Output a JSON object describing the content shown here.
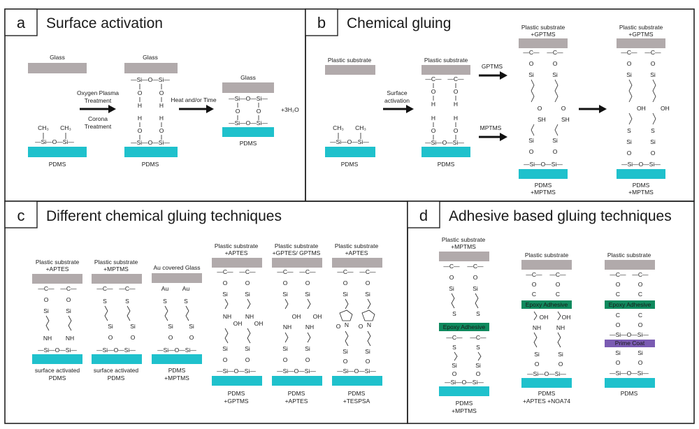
{
  "panels": {
    "a": {
      "letter": "a",
      "title": "Surface activation"
    },
    "b": {
      "letter": "b",
      "title": "Chemical gluing"
    },
    "c": {
      "letter": "c",
      "title": "Different chemical gluing techniques"
    },
    "d": {
      "letter": "d",
      "title": "Adhesive based gluing techniques"
    }
  },
  "labels": {
    "glass": "Glass",
    "pdms": "PDMS",
    "plastic_substrate": "Plastic substrate",
    "plus_gptms": "+GPTMS",
    "plus_mptms": "+MPTMS",
    "plus_aptes": "+APTES",
    "plus_gptes_gptms": "+GPTES/ GPTMS",
    "plus_tespsa": "+TESPSA",
    "plus_aptes_noa74": "+APTES +NOA74",
    "au_covered_glass": "Au covered Glass",
    "surface_activated": "surface activated",
    "oxygen_plasma": "Oxygen Plasma",
    "treatment": "Treatment",
    "corona": "Corona",
    "heat_time": "Heat and/or Time",
    "water": "+3H₂O",
    "surface_activation_1": "Surface",
    "surface_activation_2": "activation",
    "gptms": "GPTMS",
    "mptms": "MPTMS",
    "epoxy_adhesive": "Epoxy Adhesive",
    "prime_coat": "Prime Coat"
  },
  "chem": {
    "ch3": "CH₃",
    "si_o_si": "—Si—O—Si—",
    "si": "Si",
    "o": "O",
    "h": "H",
    "c": "C",
    "cc": "—C—",
    "sh": "SH",
    "s": "S",
    "nh": "NH",
    "oh": "OH",
    "au": "Au",
    "n": "N"
  },
  "colors": {
    "substrate": "#b1aaab",
    "pdms": "#1fc1cc",
    "epoxy": "#0f8a5e",
    "prime_coat": "#7a5bb2"
  }
}
